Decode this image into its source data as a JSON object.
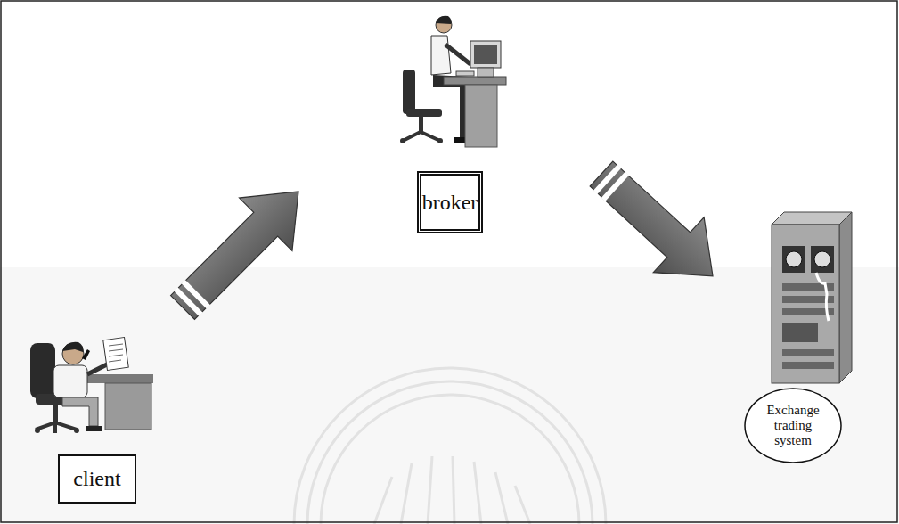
{
  "diagram": {
    "nodes": [
      {
        "text": [
          "client"
        ]
      },
      {
        "text": [
          "broker"
        ]
      },
      {
        "text": [
          "Exchange trading system"
        ]
      }
    ],
    "edges": [
      {
        "from": 0,
        "to": 1,
        "arrow": "to"
      },
      {
        "from": 1,
        "to": 2,
        "arrow": "to"
      }
    ]
  }
}
